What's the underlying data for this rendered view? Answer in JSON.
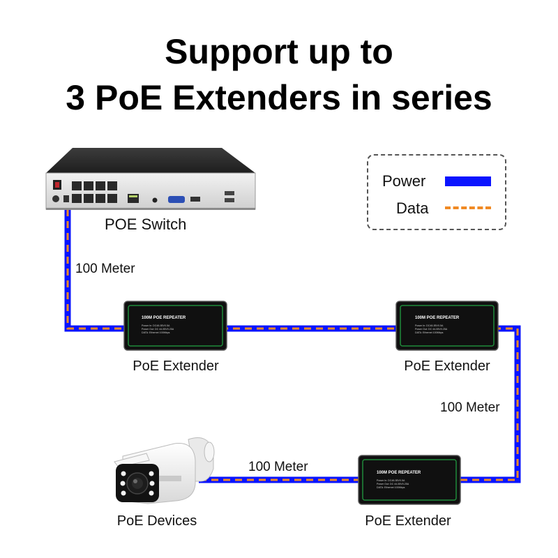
{
  "title": {
    "line1": "Support up to",
    "line2": "3 PoE Extenders in series"
  },
  "legend": {
    "power_label": "Power",
    "data_label": "Data",
    "power_color": "#0a14ff",
    "data_color": "#f08a24"
  },
  "devices": {
    "switch_label": "POE Switch",
    "extender_label": "PoE Extender",
    "camera_label": "PoE Devices",
    "extender_print": {
      "title": "100M POE REPEATER",
      "line1": "Power In: DC48-55V0.5A",
      "line2": "Power Out: DC 44-55V0.25A",
      "line3": "DATA: Ethernet 100Mbps"
    }
  },
  "segments": {
    "seg1": "100 Meter",
    "seg3": "100 Meter",
    "seg4": "100 Meter"
  }
}
